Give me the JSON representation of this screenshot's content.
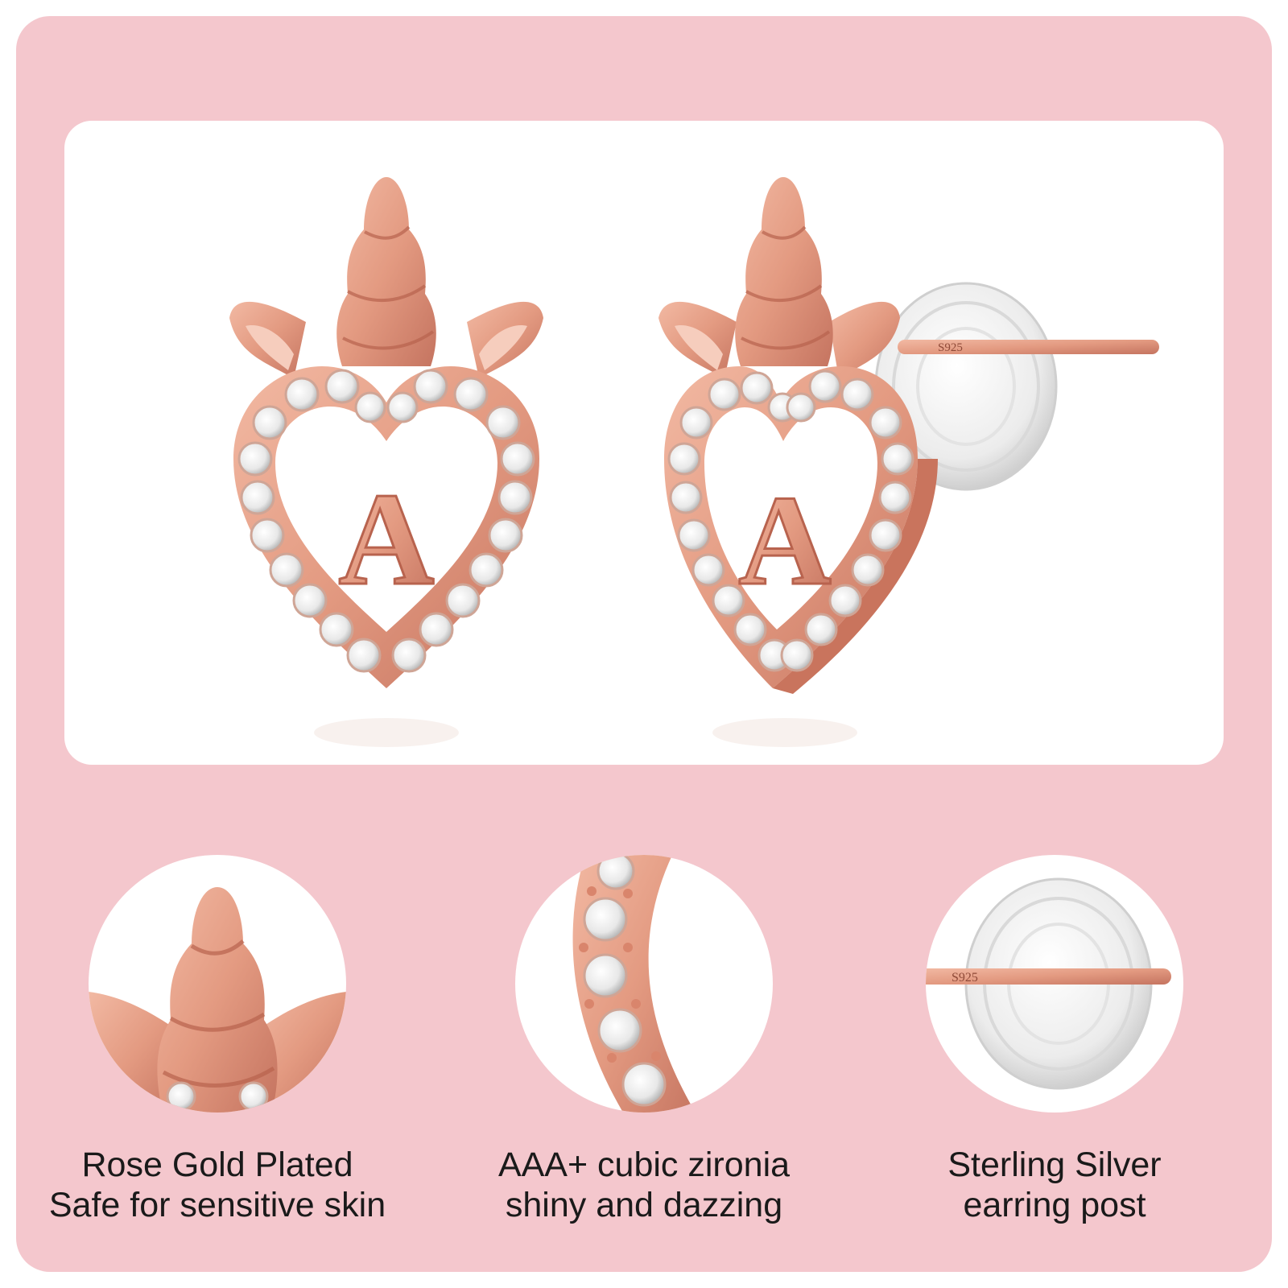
{
  "colors": {
    "frame_background": "#f4c7cd",
    "panel_background": "#ffffff",
    "rose_gold": "#e39a81",
    "rose_gold_dark": "#bf6b55",
    "stone": "#eeeeee",
    "silicone": "#e5e5e5"
  },
  "product": {
    "letter": "A",
    "post_stamp": "S925"
  },
  "features": [
    {
      "icon": "unicorn-horn-closeup",
      "line1": "Rose Gold Plated",
      "line2": "Safe for sensitive skin"
    },
    {
      "icon": "cubic-zirconia-closeup",
      "line1": "AAA+  cubic zironia",
      "line2": "shiny and dazzing"
    },
    {
      "icon": "earring-post-closeup",
      "line1": "Sterling Silver",
      "line2": "earring post"
    }
  ]
}
